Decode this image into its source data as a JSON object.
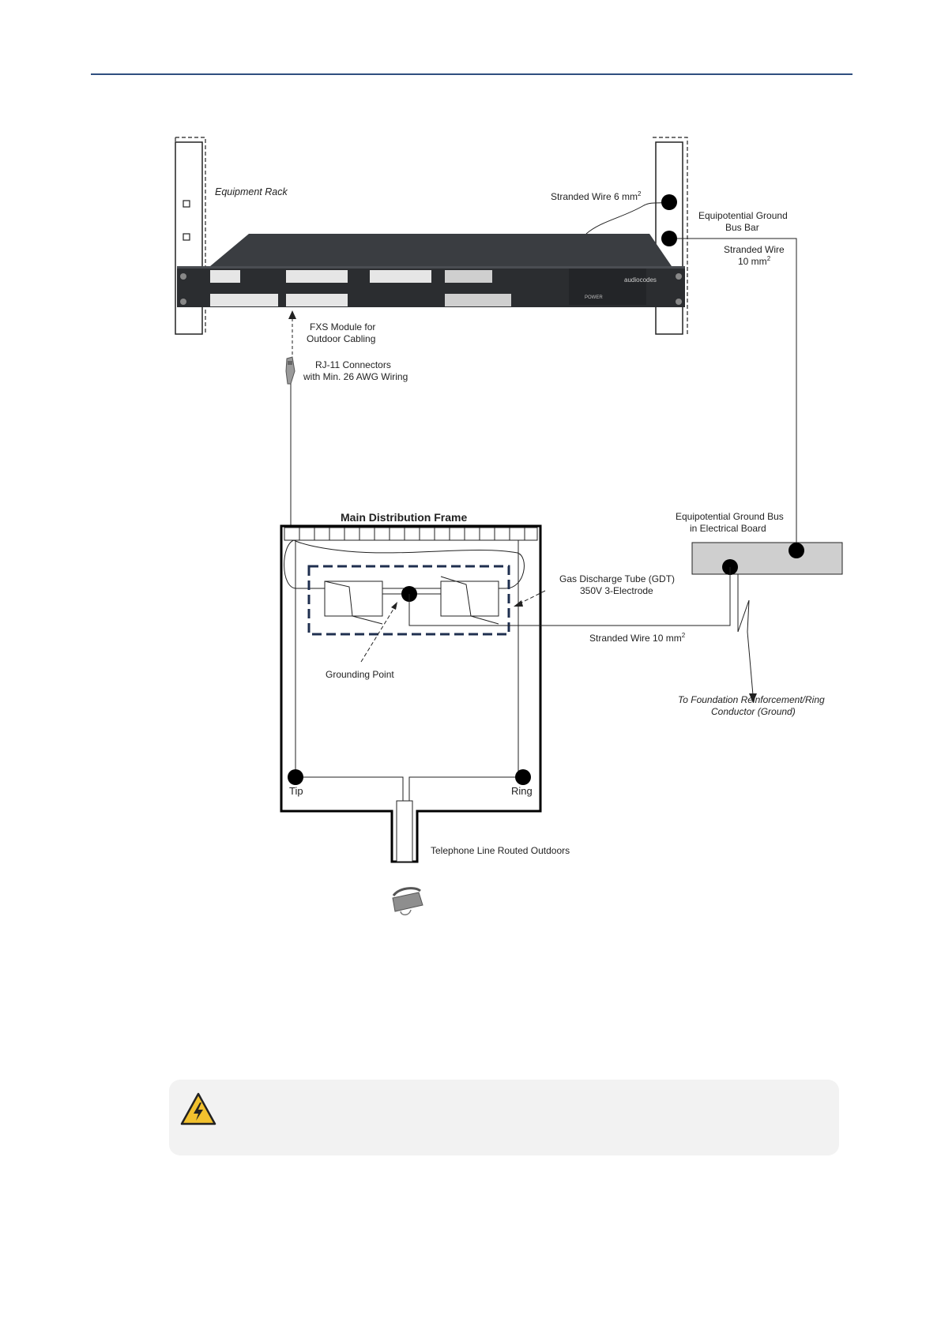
{
  "labels": {
    "equipment_rack": "Equipment Rack",
    "stranded_wire_6": "Stranded Wire 6 mm",
    "stranded_wire_6_sup": "2",
    "ground_bus_bar_line1": "Equipotential Ground",
    "ground_bus_bar_line2": "Bus Bar",
    "stranded_wire_10a_line1": "Stranded Wire",
    "stranded_wire_10a_line2": "10 mm",
    "stranded_wire_10a_sup": "2",
    "fxs_line1": "FXS Module for",
    "fxs_line2": "Outdoor Cabling",
    "rj11_line1": "RJ-11 Connectors",
    "rj11_line2": "with Min. 26 AWG Wiring",
    "mdf_title": "Main Distribution Frame",
    "ground_bus_board_line1": "Equipotential Ground Bus",
    "ground_bus_board_line2": "in Electrical Board",
    "gdt_line1": "Gas Discharge Tube (GDT)",
    "gdt_line2": "350V 3-Electrode",
    "stranded_wire_10b": "Stranded Wire 10 mm",
    "stranded_wire_10b_sup": "2",
    "grounding_point": "Grounding Point",
    "foundation_line1": "To Foundation Reinforcement/Ring",
    "foundation_line2": "Conductor (Ground)",
    "tip": "Tip",
    "ring": "Ring",
    "telephone_line": "Telephone Line Routed Outdoors",
    "device_brand": "audiocodes",
    "device_power": "POWER"
  },
  "colors": {
    "header_rule": "#2f4f7f",
    "device_body": "#2b2d30",
    "bus_fill": "#cfcfcf",
    "note_bg": "#f2f2f2",
    "warning_yellow": "#f2c12e"
  },
  "icons": {
    "note": "warning-electrical-hazard-icon",
    "phone": "telephone-icon",
    "connector": "rj11-connector-icon"
  }
}
